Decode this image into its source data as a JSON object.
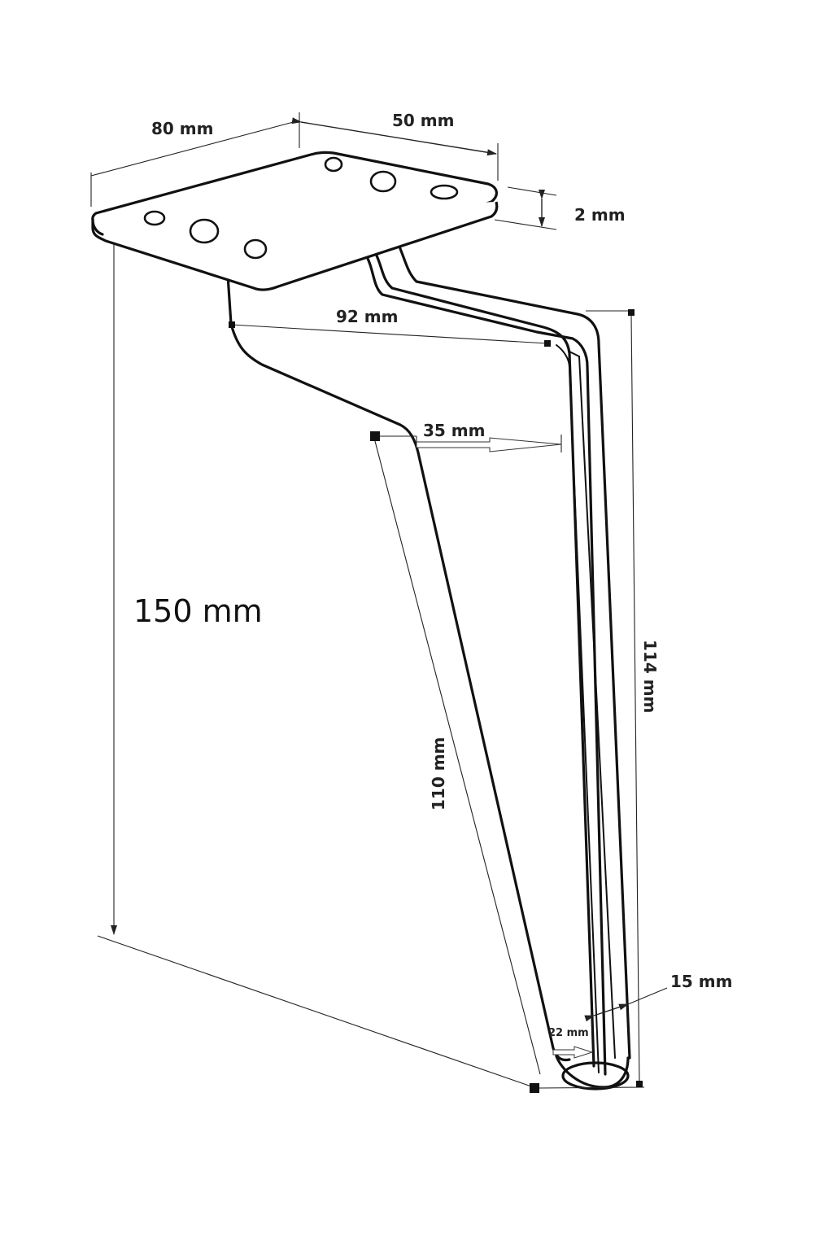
{
  "dimensions": {
    "plate_length": "80 mm",
    "plate_width": "50 mm",
    "plate_thickness": "2 mm",
    "offset": "92 mm",
    "leg_gap": "35 mm",
    "total_height": "150 mm",
    "back_height": "114 mm",
    "front_length": "110 mm",
    "foot_width": "15 mm",
    "foot_depth": "22 mm"
  }
}
